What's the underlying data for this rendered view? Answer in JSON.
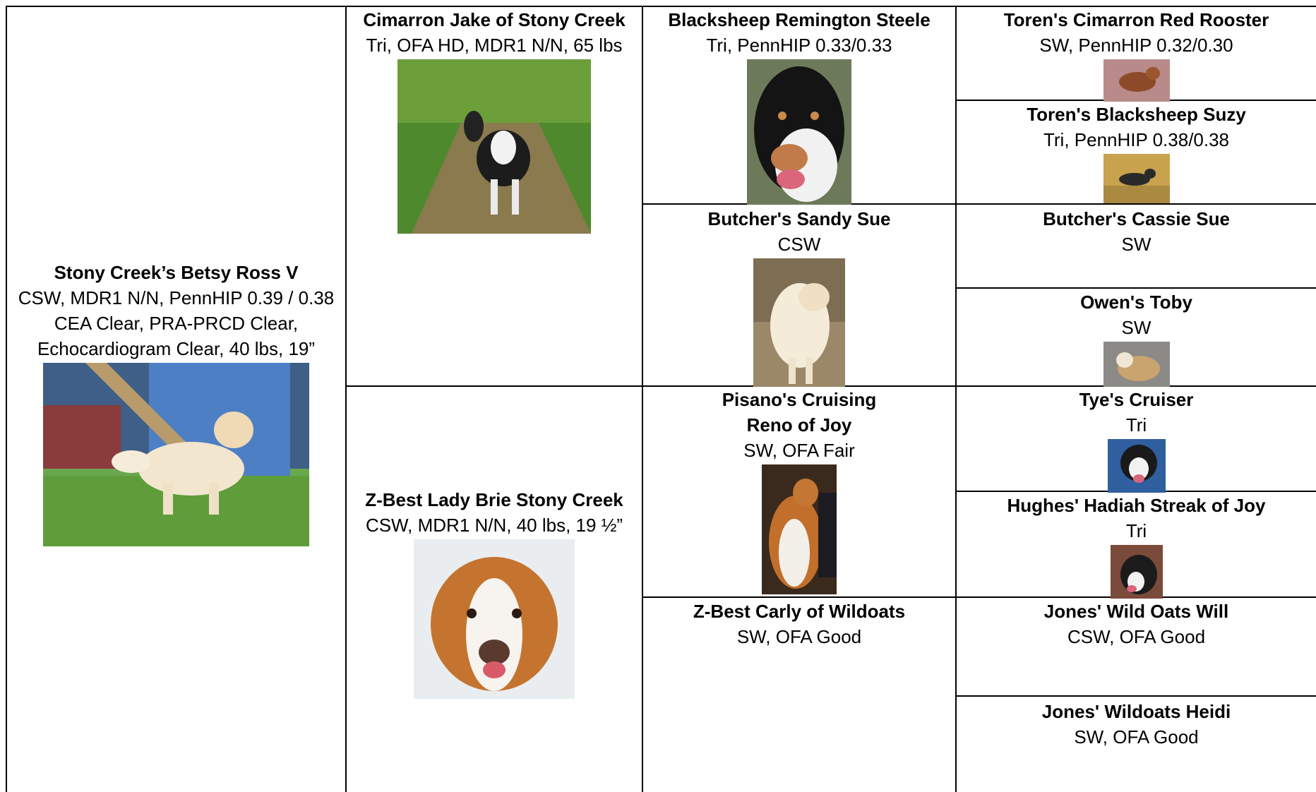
{
  "pedigree": {
    "dam_line_subject": {
      "name": "Stony Creek’s Betsy Ross V",
      "info": "CSW, MDR1 N/N, PennHIP 0.39 / 0.38\nCEA Clear, PRA-PRCD Clear,\nEchocardiogram Clear, 40 lbs, 19”"
    },
    "sire": {
      "name": "Cimarron Jake of Stony Creek",
      "info": "Tri, OFA HD, MDR1 N/N, 65 lbs"
    },
    "dam": {
      "name": "Z-Best Lady Brie Stony Creek",
      "info": "CSW, MDR1 N/N, 40 lbs, 19 ½”"
    },
    "sire_sire": {
      "name": "Blacksheep Remington Steele",
      "info": "Tri, PennHIP 0.33/0.33"
    },
    "sire_dam": {
      "name": "Butcher's Sandy Sue",
      "info": "CSW"
    },
    "dam_sire": {
      "name": "Pisano's Cruising\nReno of Joy",
      "info": "SW, OFA Fair"
    },
    "dam_dam": {
      "name": "Z-Best Carly of Wildoats",
      "info": "SW, OFA Good"
    },
    "g1": {
      "name": "Toren's Cimarron Red Rooster",
      "info": "SW, PennHIP 0.32/0.30"
    },
    "g2": {
      "name": "Toren's Blacksheep Suzy",
      "info": "Tri, PennHIP 0.38/0.38"
    },
    "g3": {
      "name": "Butcher's Cassie Sue",
      "info": "SW"
    },
    "g4": {
      "name": "Owen's Toby",
      "info": "SW"
    },
    "g5": {
      "name": "Tye's Cruiser",
      "info": "Tri"
    },
    "g6": {
      "name": "Hughes' Hadiah Streak of Joy",
      "info": "Tri"
    },
    "g7": {
      "name": "Jones' Wild Oats Will",
      "info": "CSW, OFA Good"
    },
    "g8": {
      "name": "Jones' Wildoats Heidi",
      "info": "SW, OFA Good"
    }
  }
}
